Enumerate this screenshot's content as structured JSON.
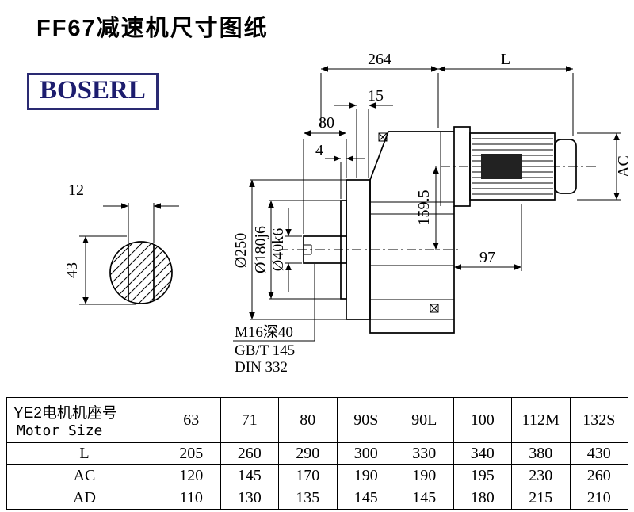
{
  "page": {
    "title": "FF67减速机尺寸图纸"
  },
  "logo": {
    "text": "BOSERL"
  },
  "drawing": {
    "dims": {
      "d12": "12",
      "d43": "43",
      "d264": "264",
      "dL": "L",
      "d15": "15",
      "d80": "80",
      "d4": "4",
      "dia250": "Ø250",
      "dia180": "Ø180j6",
      "dia40": "Ø40k6",
      "d159": "159.5",
      "d97": "97",
      "dAC": "AC"
    },
    "notes": {
      "n1": "M16深40",
      "n2": "GB/T 145",
      "n3": "DIN 332"
    }
  },
  "table": {
    "header": {
      "line1": "YE2电机机座号",
      "line2": "Motor Size",
      "sizes": [
        "63",
        "71",
        "80",
        "90S",
        "90L",
        "100",
        "112M",
        "132S"
      ]
    },
    "rows": [
      {
        "label": "L",
        "values": [
          "205",
          "260",
          "290",
          "300",
          "330",
          "340",
          "380",
          "430"
        ]
      },
      {
        "label": "AC",
        "values": [
          "120",
          "145",
          "170",
          "190",
          "190",
          "195",
          "230",
          "260"
        ]
      },
      {
        "label": "AD",
        "values": [
          "110",
          "130",
          "135",
          "145",
          "145",
          "180",
          "215",
          "210"
        ]
      }
    ]
  }
}
